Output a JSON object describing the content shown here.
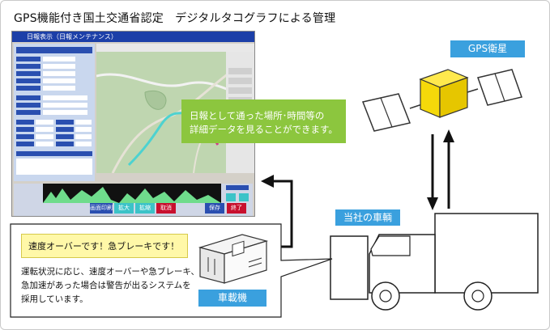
{
  "header": {
    "title": "GPS機能付き国土交通省認定　デジタルタコグラフによる管理"
  },
  "labels": {
    "gps_satellite": "GPS衛星",
    "company_vehicle": "当社の車輌",
    "onboard_unit": "車載機"
  },
  "callouts": {
    "green_info_line1": "日報として通った場所･時間等の",
    "green_info_line2": "詳細データを見ることができます。",
    "warning_bubble": "速度オーバーです！急ブレーキです！",
    "description_line1": "運転状況に応じ、速度オーバーや急ブレーキ、",
    "description_line2": "急加速があった場合は警告が出るシステムを",
    "description_line3": "採用しています。"
  },
  "screenshot": {
    "window_title": "日報表示（日報メンテナンス）",
    "buttons": [
      "画面印刷",
      "拡大",
      "拡縮",
      "取消",
      "保存",
      "終了"
    ]
  },
  "colors": {
    "accent_blue": "#3aa0de",
    "green_box": "#8cc63e",
    "warning_yellow": "#fff8a8",
    "satellite_yellow": "#f5d90a"
  }
}
